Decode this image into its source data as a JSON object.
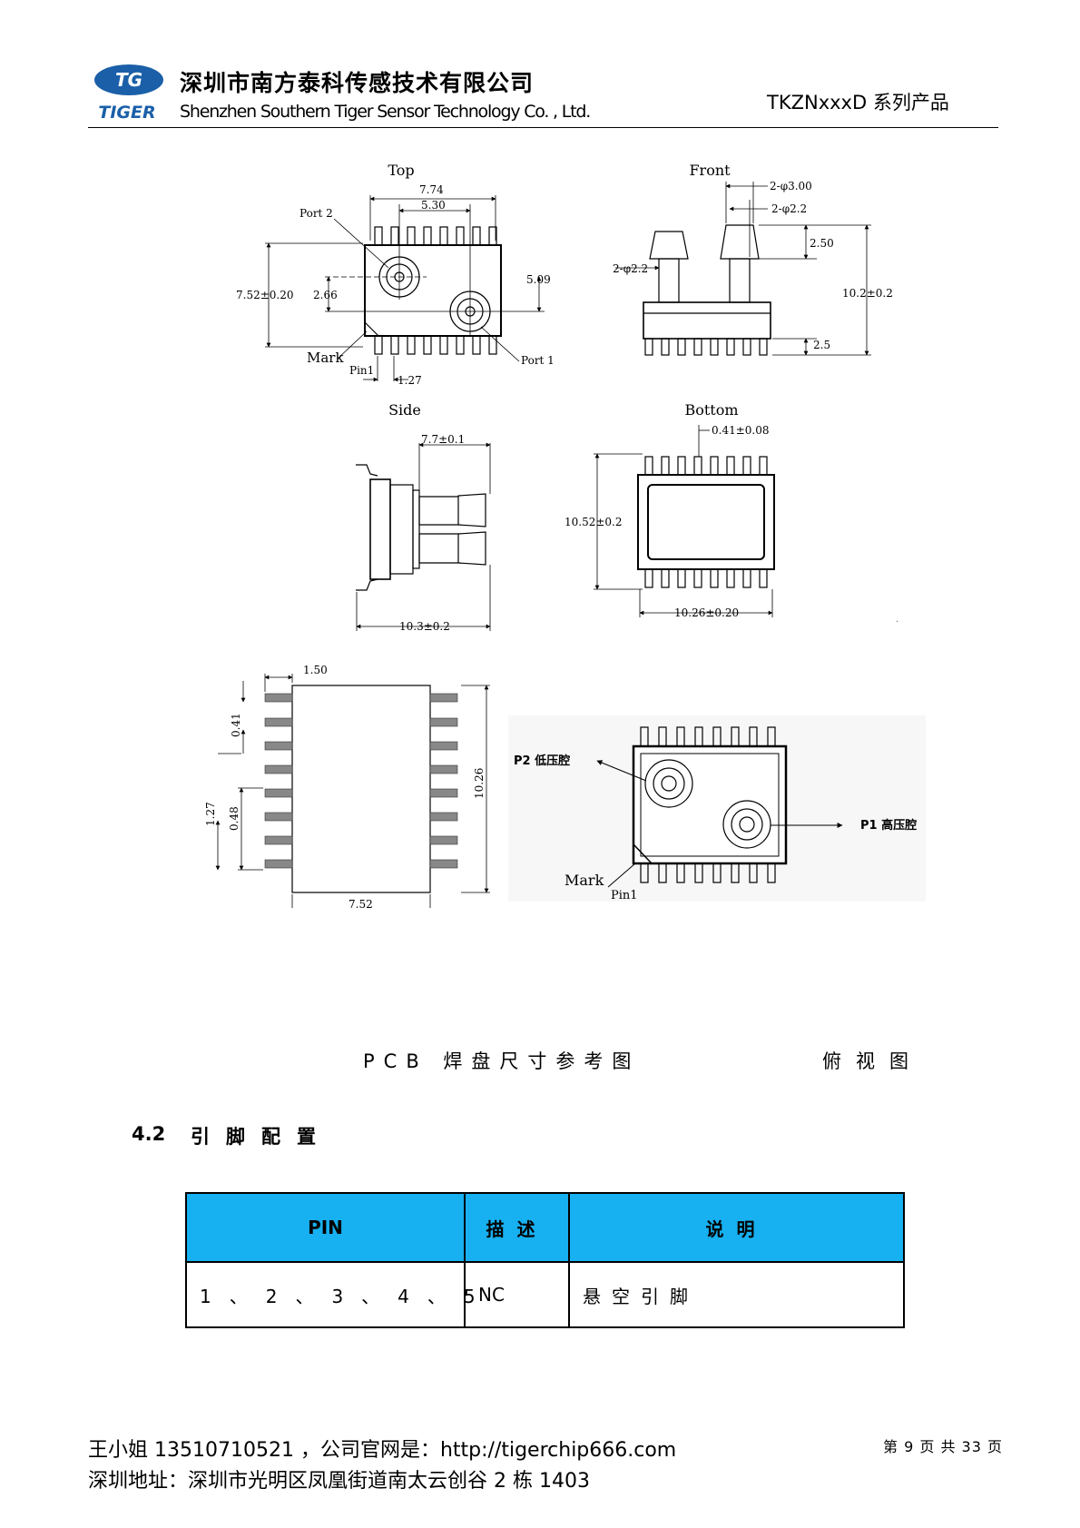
{
  "header": {
    "company_cn": "深圳市南方泰科传感技术有限公司",
    "company_en": "Shenzhen Southern Tiger Sensor Technology Co. , Ltd.",
    "logo_text": "TIGER",
    "logo_mark": "TG",
    "series": "TKZNxxxD 系列产品",
    "brand_color": "#1a5fa8"
  },
  "views": {
    "top": {
      "title": "Top",
      "labels": {
        "port2": "Port 2",
        "port1": "Port 1",
        "mark": "Mark",
        "pin1": "Pin1"
      },
      "dims": {
        "width": "7.74",
        "port_pitch_x": "5.30",
        "height": "7.52±0.20",
        "port_offset": "2.66",
        "port_pitch_y": "5.09",
        "pin_pitch": "1.27"
      }
    },
    "front": {
      "title": "Front",
      "dims": {
        "outer_dia": "2-φ3.00",
        "inner_dia": "2-φ2.2",
        "tip_height": "2.50",
        "barb_dia": "2-φ2.2",
        "total_height": "10.2±0.2",
        "body_height": "2.5"
      }
    },
    "side": {
      "title": "Side",
      "dims": {
        "length": "7.7±0.1",
        "total": "10.3±0.2"
      }
    },
    "bottom": {
      "title": "Bottom",
      "dims": {
        "pin_width": "0.41±0.08",
        "height": "10.52±0.2",
        "width": "10.26±0.20"
      }
    },
    "pcb": {
      "dims": {
        "pad_length": "1.50",
        "pad_width": "0.41",
        "pitch": "1.27",
        "gap": "0.48",
        "span": "10.26",
        "row_spacing": "7.52"
      }
    },
    "topview": {
      "labels": {
        "p2": "P2 低压腔",
        "p1": "P1 高压腔",
        "mark": "Mark",
        "pin1": "Pin1"
      }
    }
  },
  "captions": {
    "pcb": "PCB 焊盘尺寸参考图",
    "topview": "俯视图"
  },
  "section": {
    "number": "4.2",
    "title": "引脚配置"
  },
  "pin_table": {
    "header_color": "#17b0f0",
    "headers": [
      "PIN",
      "描述",
      "说明"
    ],
    "rows": [
      {
        "pin": "1、2、3、4、5",
        "name": "NC",
        "desc": "悬空引脚"
      }
    ]
  },
  "footer": {
    "contact": "王小姐 13510710521 ，公司官网是：http://tigerchip666.com",
    "address": "深圳地址：深圳市光明区凤凰街道南太云创谷 2 栋 1403",
    "page": "第 9 页 共 33 页"
  }
}
